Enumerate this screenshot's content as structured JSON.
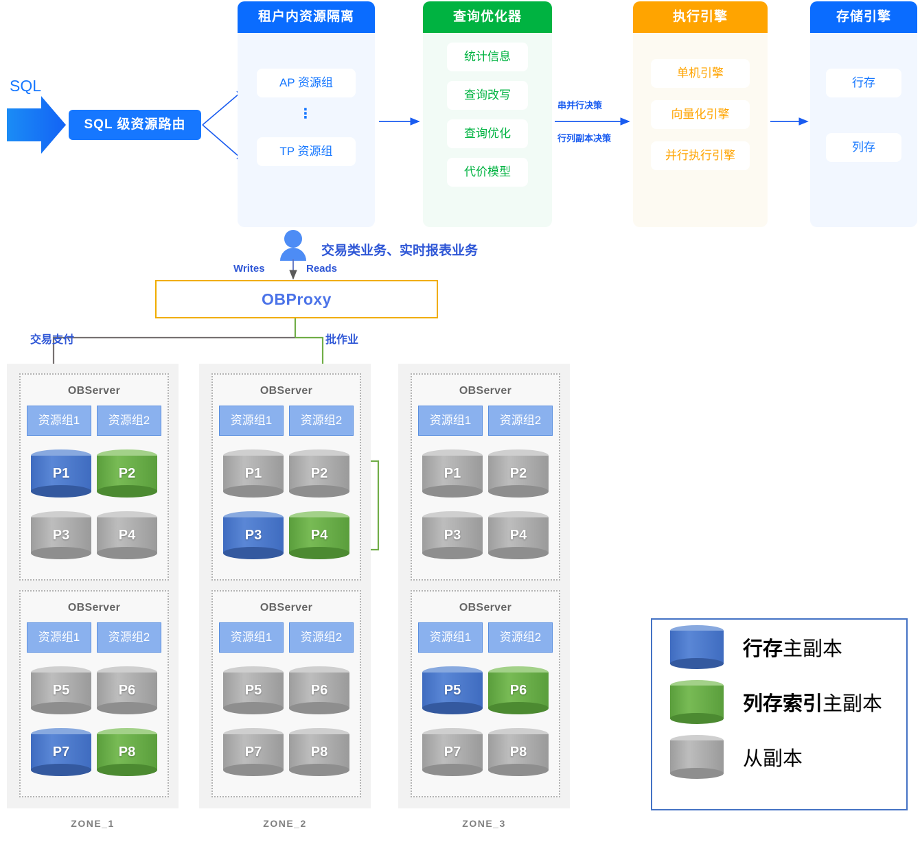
{
  "pipeline": {
    "sql_label": "SQL",
    "router_label": "SQL 级资源路由",
    "panels": [
      {
        "id": "tenant",
        "title": "租户内资源隔离",
        "header_color": "#0a6cff",
        "items": [
          "AP 资源组",
          "TP 资源组"
        ],
        "ellipsis": "⋮"
      },
      {
        "id": "optimizer",
        "title": "查询优化器",
        "header_color": "#00b341",
        "items": [
          "统计信息",
          "查询改写",
          "查询优化",
          "代价模型"
        ]
      },
      {
        "id": "exec",
        "title": "执行引擎",
        "header_color": "#ffa400",
        "items": [
          "单机引擎",
          "向量化引擎",
          "并行执行引擎"
        ]
      },
      {
        "id": "storage",
        "title": "存储引擎",
        "header_color": "#0a6cff",
        "items": [
          "行存",
          "列存"
        ]
      }
    ],
    "mid_labels": [
      "串并行决策",
      "行列副本决策"
    ]
  },
  "proxy": {
    "user_workload": "交易类业务、实时报表业务",
    "writes_label": "Writes",
    "reads_label": "Reads",
    "title": "OBProxy",
    "pay_label": "交易支付",
    "batch_label": "批作业"
  },
  "zones": [
    {
      "name": "ZONE_1",
      "observers": [
        {
          "title": "OBServer",
          "resource_groups": [
            "资源组1",
            "资源组2"
          ],
          "partitions": [
            {
              "label": "P1",
              "kind": "blue"
            },
            {
              "label": "P2",
              "kind": "green"
            },
            {
              "label": "P3",
              "kind": "gray"
            },
            {
              "label": "P4",
              "kind": "gray"
            }
          ]
        },
        {
          "title": "OBServer",
          "resource_groups": [
            "资源组1",
            "资源组2"
          ],
          "partitions": [
            {
              "label": "P5",
              "kind": "gray"
            },
            {
              "label": "P6",
              "kind": "gray"
            },
            {
              "label": "P7",
              "kind": "blue"
            },
            {
              "label": "P8",
              "kind": "green"
            }
          ]
        }
      ]
    },
    {
      "name": "ZONE_2",
      "observers": [
        {
          "title": "OBServer",
          "resource_groups": [
            "资源组1",
            "资源组2"
          ],
          "partitions": [
            {
              "label": "P1",
              "kind": "gray"
            },
            {
              "label": "P2",
              "kind": "gray"
            },
            {
              "label": "P3",
              "kind": "blue"
            },
            {
              "label": "P4",
              "kind": "green"
            }
          ]
        },
        {
          "title": "OBServer",
          "resource_groups": [
            "资源组1",
            "资源组2"
          ],
          "partitions": [
            {
              "label": "P5",
              "kind": "gray"
            },
            {
              "label": "P6",
              "kind": "gray"
            },
            {
              "label": "P7",
              "kind": "gray"
            },
            {
              "label": "P8",
              "kind": "gray"
            }
          ]
        }
      ]
    },
    {
      "name": "ZONE_3",
      "observers": [
        {
          "title": "OBServer",
          "resource_groups": [
            "资源组1",
            "资源组2"
          ],
          "partitions": [
            {
              "label": "P1",
              "kind": "gray"
            },
            {
              "label": "P2",
              "kind": "gray"
            },
            {
              "label": "P3",
              "kind": "gray"
            },
            {
              "label": "P4",
              "kind": "gray"
            }
          ]
        },
        {
          "title": "OBServer",
          "resource_groups": [
            "资源组1",
            "资源组2"
          ],
          "partitions": [
            {
              "label": "P5",
              "kind": "blue"
            },
            {
              "label": "P6",
              "kind": "green"
            },
            {
              "label": "P7",
              "kind": "gray"
            },
            {
              "label": "P8",
              "kind": "gray"
            }
          ]
        }
      ]
    }
  ],
  "legend": {
    "items": [
      {
        "kind": "blue",
        "bold": "行存",
        "rest": "主副本"
      },
      {
        "kind": "green",
        "bold": "列存索引",
        "rest": "主副本"
      },
      {
        "kind": "gray",
        "bold": "",
        "rest": "从副本"
      }
    ]
  },
  "colors": {
    "brand_blue": "#0a6cff",
    "green": "#00b341",
    "orange": "#ffa400",
    "proxy_border": "#f0ad00",
    "replica_blue": "#4472c4",
    "replica_green": "#70ad47",
    "replica_gray": "#a6a6a6",
    "flow_gray": "#767171",
    "flow_green": "#70ad47"
  }
}
